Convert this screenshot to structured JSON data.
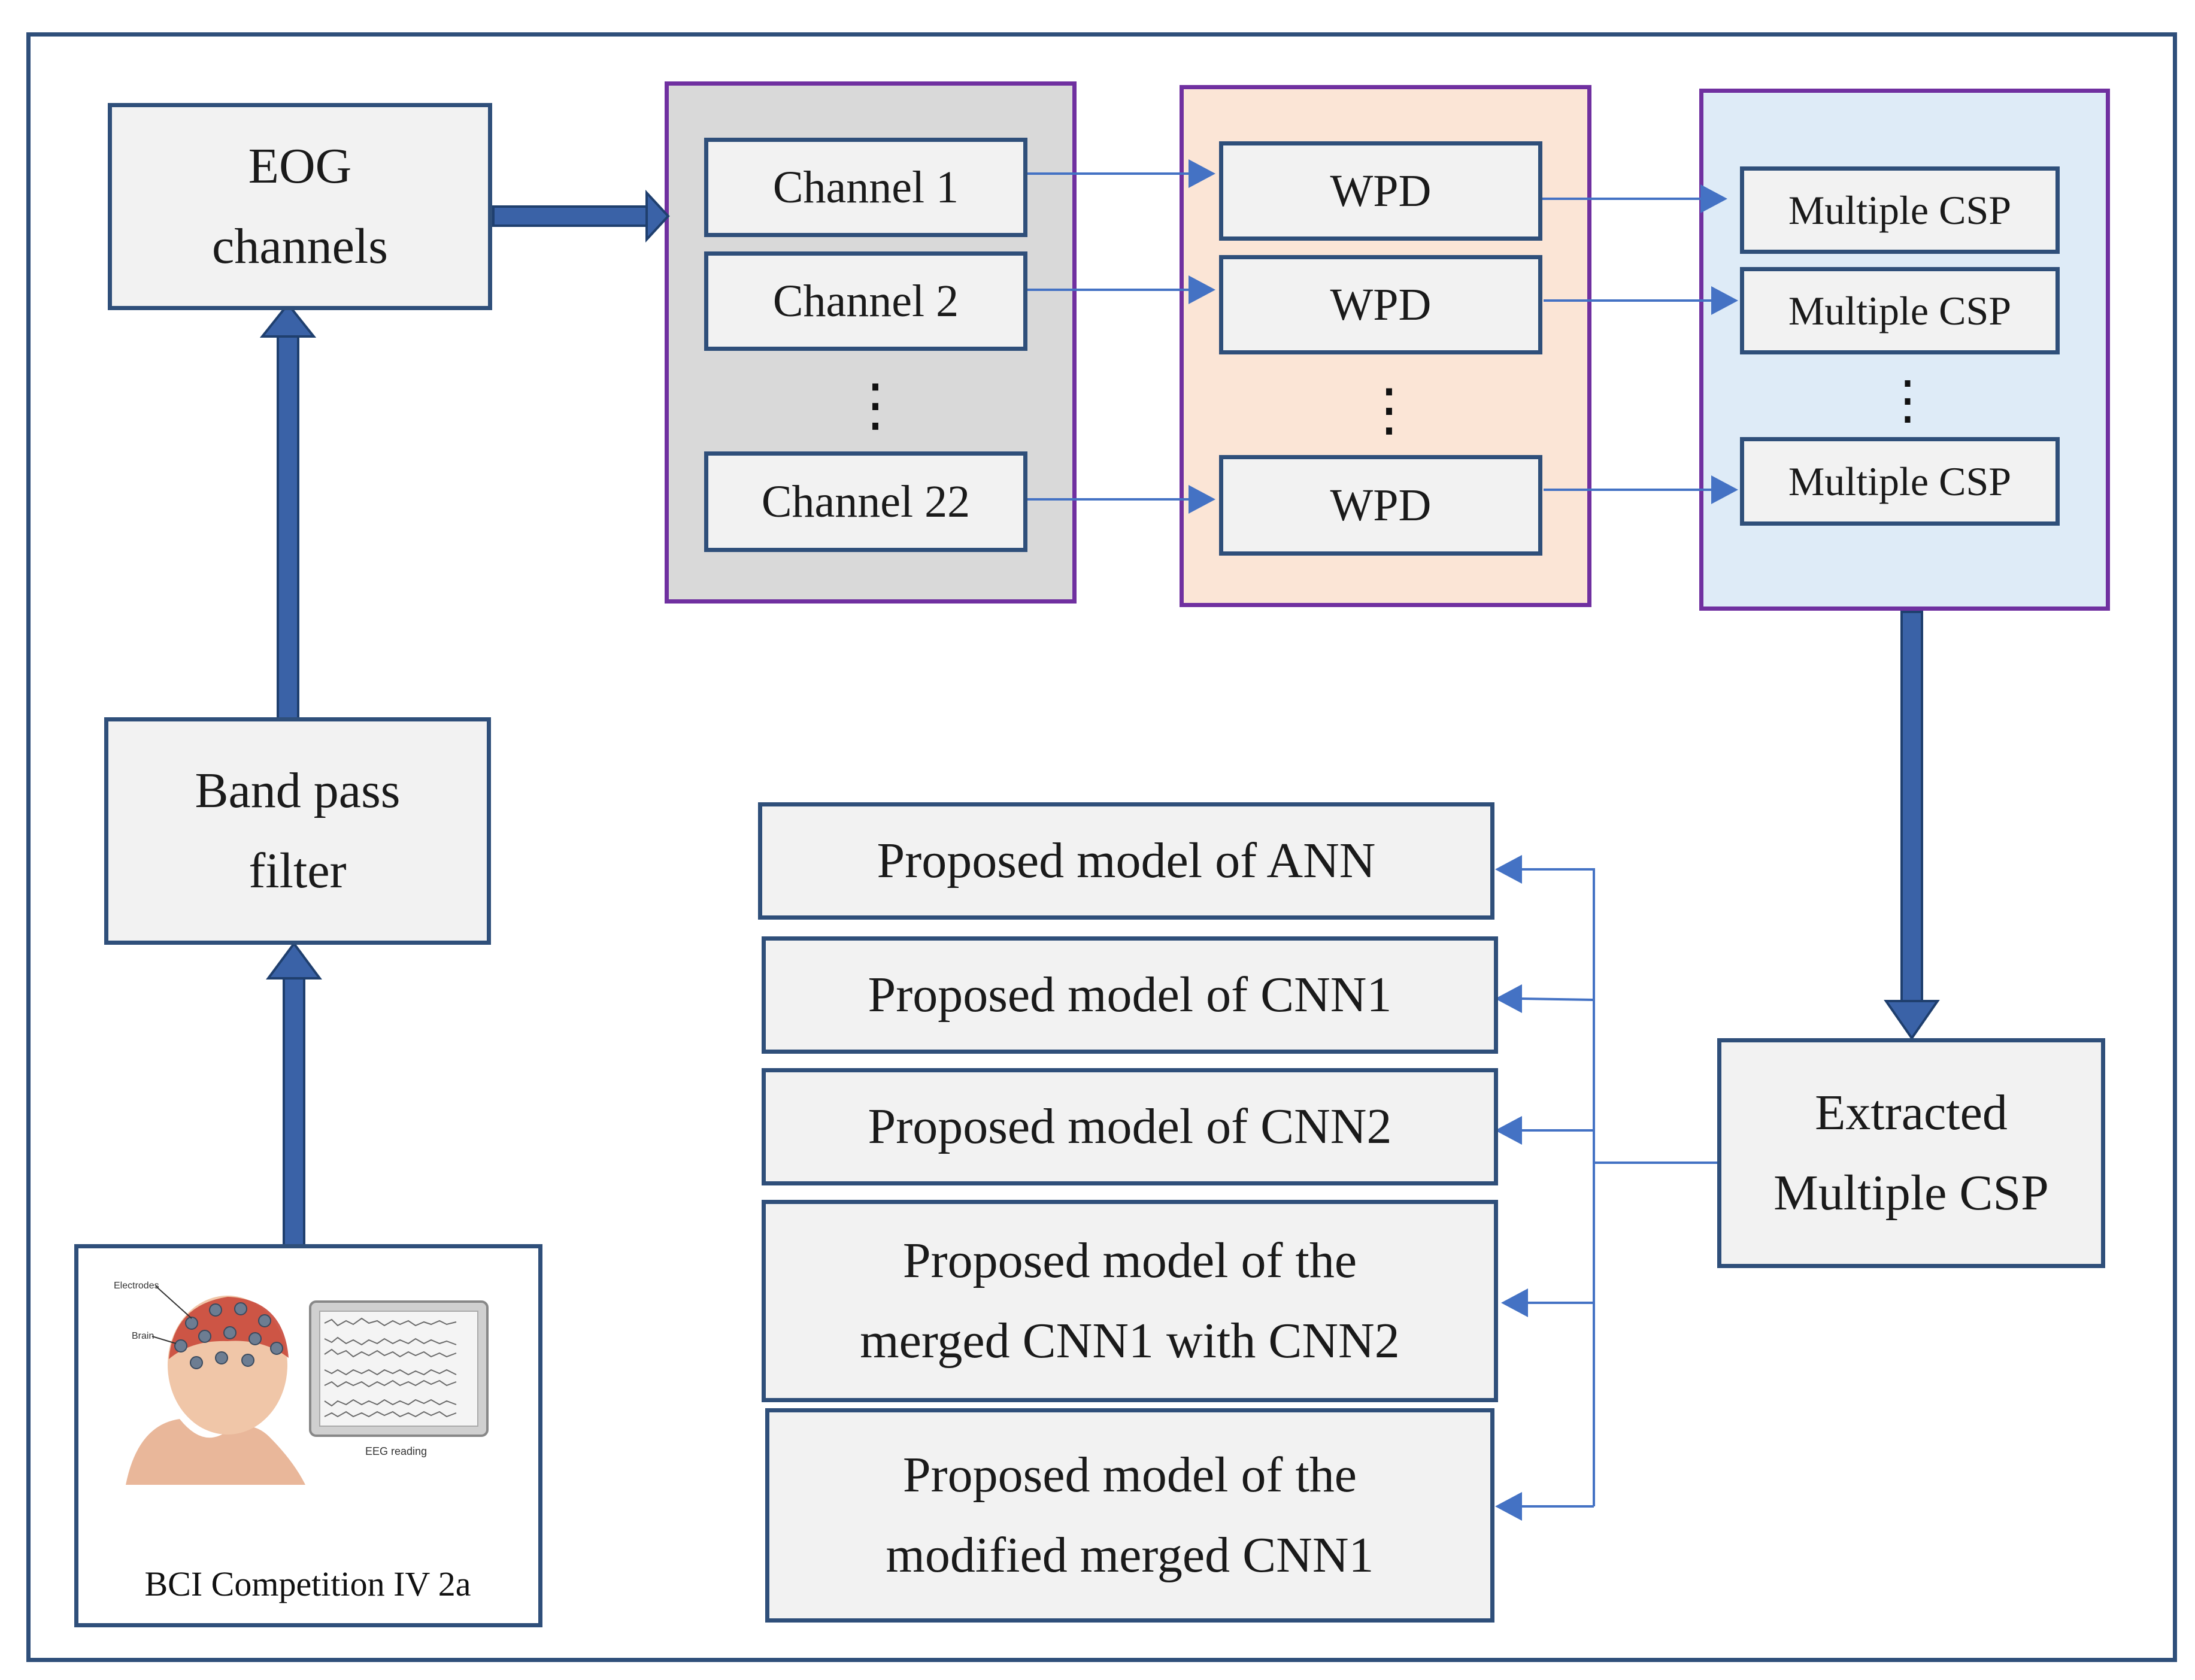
{
  "eog_box": {
    "label": "EOG\nchannels"
  },
  "bandpass_box": {
    "label": "Band pass\nfilter"
  },
  "source": {
    "label": "BCI Competition IV 2a",
    "image_labels": {
      "electrodes": "Electrodes",
      "brain": "Brain",
      "eeg": "EEG reading"
    }
  },
  "channels": [
    "Channel 1",
    "Channel 2",
    "Channel 22"
  ],
  "wpd": [
    "WPD",
    "WPD",
    "WPD"
  ],
  "csp": [
    "Multiple CSP",
    "Multiple CSP",
    "Multiple CSP"
  ],
  "extracted": {
    "label": "Extracted\nMultiple CSP"
  },
  "models": [
    "Proposed model of ANN",
    "Proposed model of CNN1",
    "Proposed model of CNN2",
    "Proposed model of the\nmerged CNN1 with CNN2",
    "Proposed model of the\nmodified merged CNN1"
  ],
  "ellipsis": "⋮",
  "colors": {
    "box_border": "#2f4f7a",
    "group_border": "#7030a0",
    "channel_group_fill": "#d9d9d9",
    "wpd_group_fill": "#fbe5d6",
    "csp_group_fill": "#deebf7",
    "box_fill": "#f2f2f2",
    "arrow_thick": "#3a62a7",
    "arrow_thin": "#4472c4"
  }
}
